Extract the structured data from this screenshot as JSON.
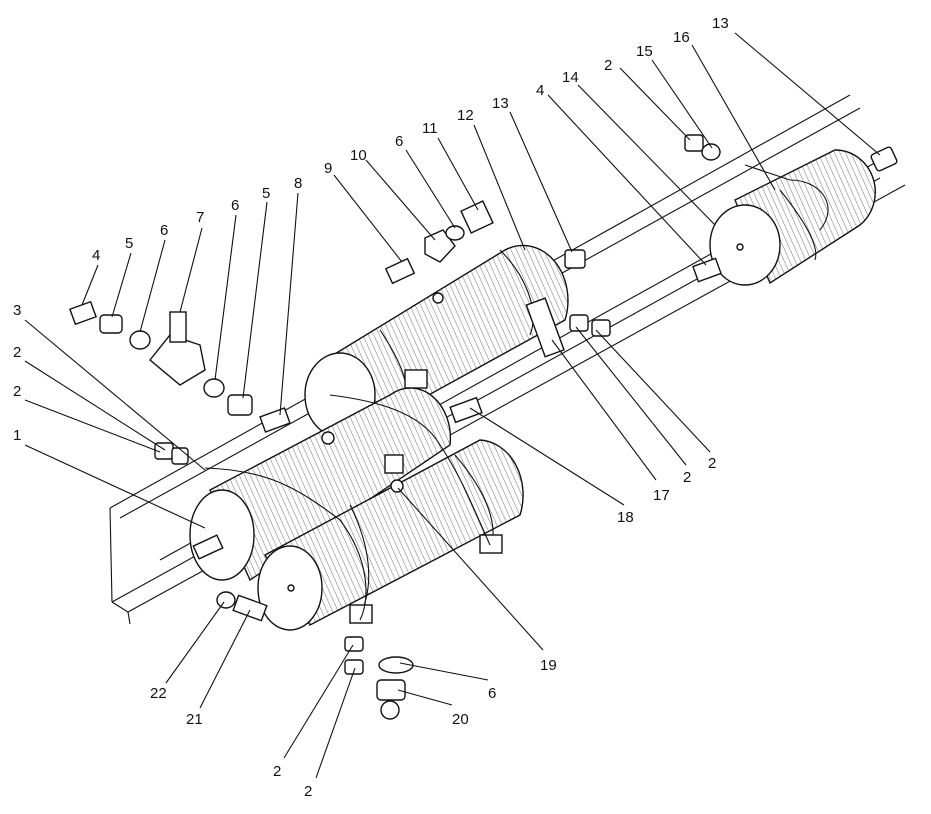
{
  "callouts": [
    {
      "label": "13"
    },
    {
      "label": "16"
    },
    {
      "label": "15"
    },
    {
      "label": "2"
    },
    {
      "label": "14"
    },
    {
      "label": "4"
    },
    {
      "label": "13"
    },
    {
      "label": "12"
    },
    {
      "label": "11"
    },
    {
      "label": "6"
    },
    {
      "label": "10"
    },
    {
      "label": "9"
    },
    {
      "label": "8"
    },
    {
      "label": "5"
    },
    {
      "label": "6"
    },
    {
      "label": "7"
    },
    {
      "label": "6"
    },
    {
      "label": "5"
    },
    {
      "label": "4"
    },
    {
      "label": "3"
    },
    {
      "label": "2"
    },
    {
      "label": "2"
    },
    {
      "label": "1"
    },
    {
      "label": "2"
    },
    {
      "label": "2"
    },
    {
      "label": "18"
    },
    {
      "label": "17"
    },
    {
      "label": "19"
    },
    {
      "label": "22"
    },
    {
      "label": "21"
    },
    {
      "label": "6"
    },
    {
      "label": "20"
    },
    {
      "label": "2"
    },
    {
      "label": "2"
    }
  ],
  "colors": {
    "ink": "#111111",
    "background": "#ffffff"
  }
}
